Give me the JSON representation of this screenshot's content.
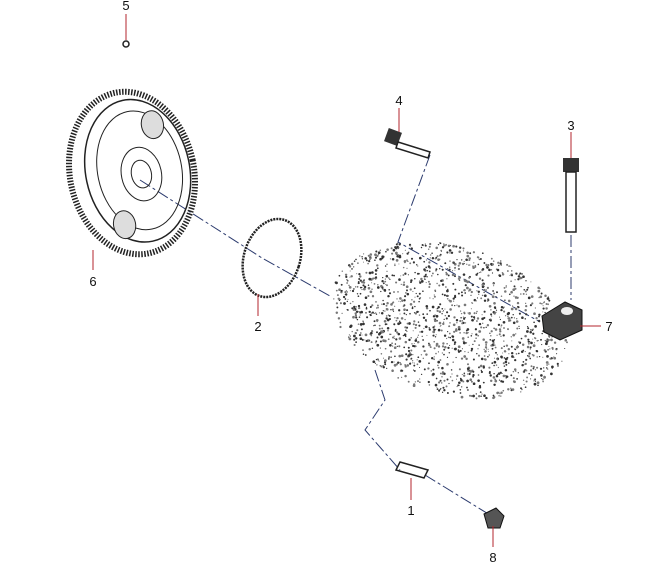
{
  "diagram": {
    "type": "exploded parts diagram",
    "callouts": [
      {
        "id": "callout-5",
        "number": "5"
      },
      {
        "id": "callout-4",
        "number": "4"
      },
      {
        "id": "callout-3",
        "number": "3"
      },
      {
        "id": "callout-6",
        "number": "6"
      },
      {
        "id": "callout-2",
        "number": "2"
      },
      {
        "id": "callout-7",
        "number": "7"
      },
      {
        "id": "callout-1",
        "number": "1"
      },
      {
        "id": "callout-8",
        "number": "8"
      }
    ],
    "colors": {
      "leader": "#b3262c",
      "guide": "#2c3b6e",
      "ink": "#222222"
    }
  }
}
